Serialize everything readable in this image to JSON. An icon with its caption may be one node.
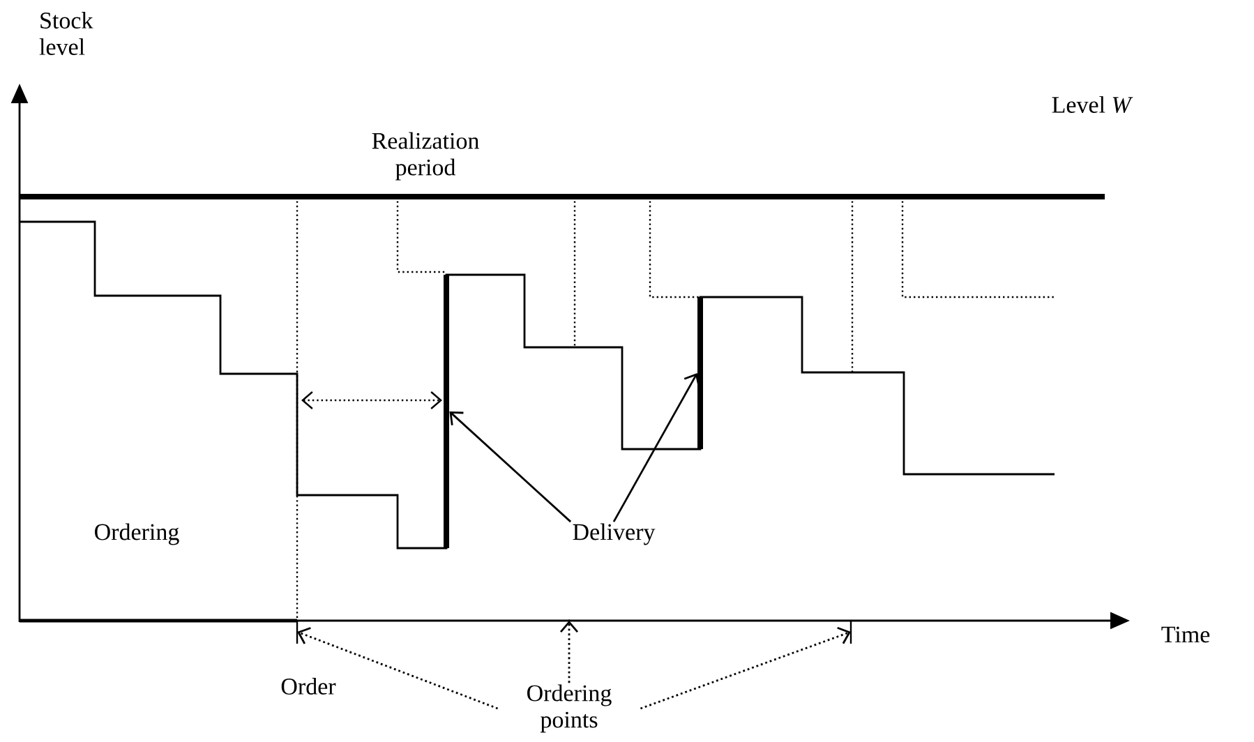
{
  "diagram": {
    "nodes": [
      {
        "text": [
          "Delivery"
        ]
      },
      {
        "text": [],
        "shape": "bar"
      },
      {
        "text": [],
        "shape": "bar"
      },
      {
        "text": [
          "Ordering points"
        ]
      },
      {
        "text": [],
        "shape": "tick"
      },
      {
        "text": [],
        "shape": "point"
      },
      {
        "text": [],
        "shape": "tick"
      }
    ],
    "edges": [
      {
        "from": 0,
        "to": 1,
        "arrow": "to"
      },
      {
        "from": 0,
        "to": 2,
        "arrow": "to"
      },
      {
        "from": 3,
        "to": 4,
        "arrow": "to",
        "style": "dashed"
      },
      {
        "from": 3,
        "to": 5,
        "arrow": "to",
        "style": "dashed"
      },
      {
        "from": 3,
        "to": 6,
        "arrow": "to",
        "style": "dashed"
      }
    ],
    "labels": [
      "Stock level",
      "Realization period",
      "Level *W*",
      "Ordering",
      "Time",
      "Order"
    ]
  }
}
